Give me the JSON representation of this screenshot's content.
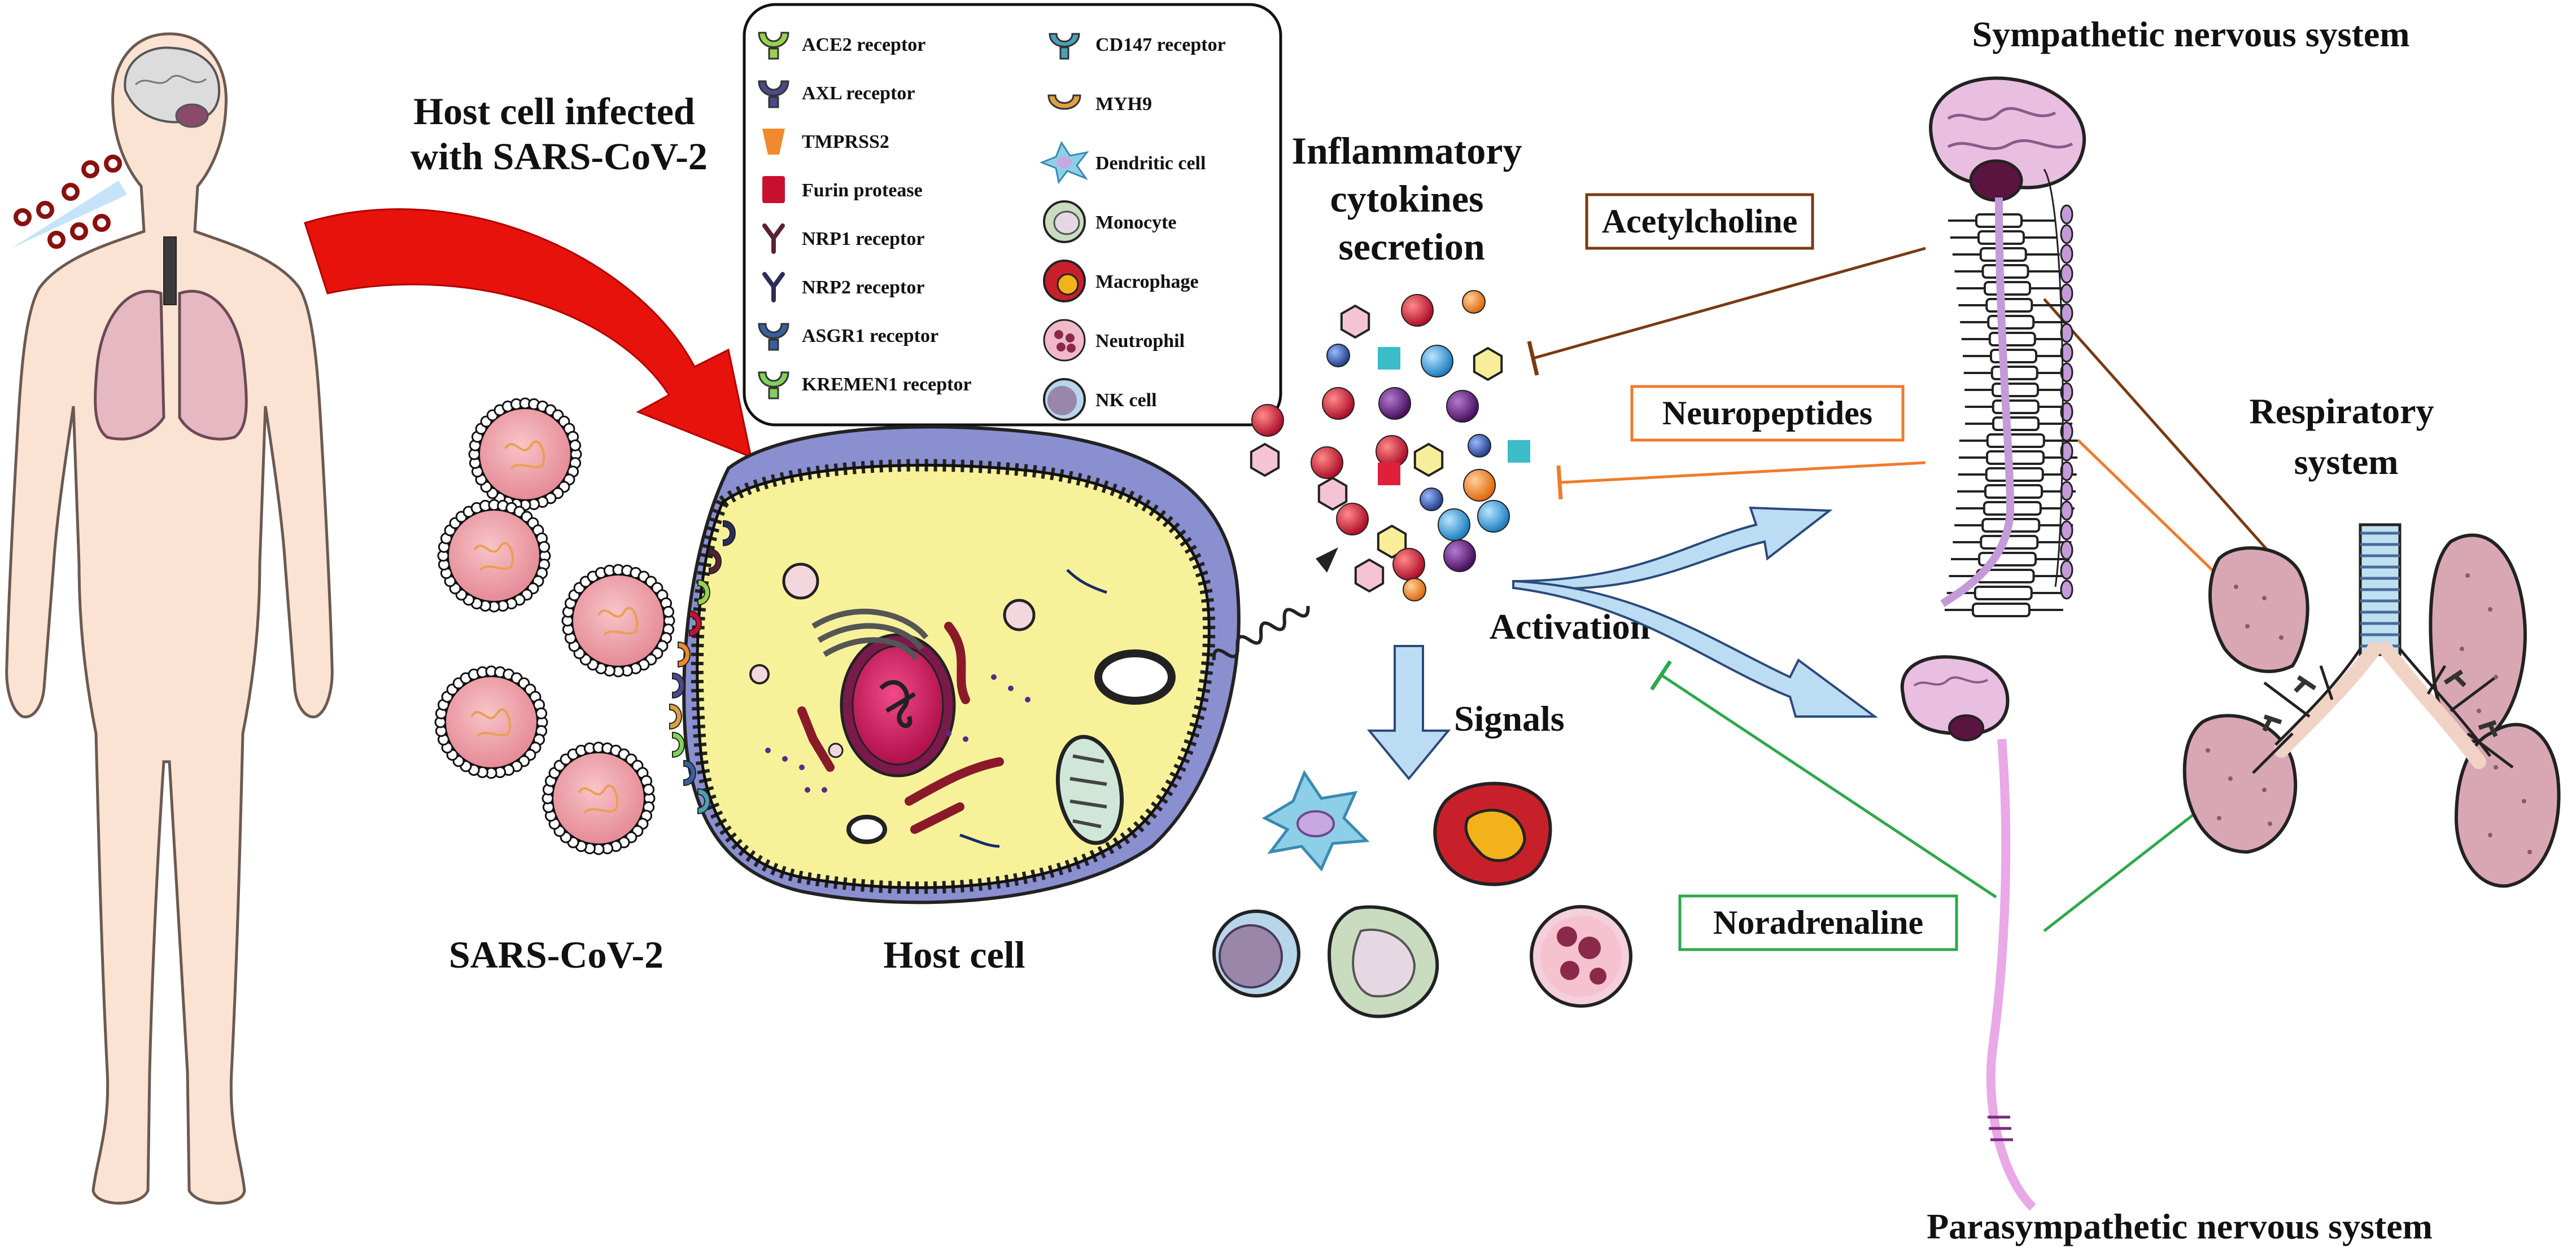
{
  "labels": {
    "host_infected": [
      "Host cell infected",
      "with SARS-CoV-2"
    ],
    "sarscov2": "SARS-CoV-2",
    "host_cell": "Host cell",
    "inflammatory": [
      "Inflammatory",
      "cytokines",
      "secretion"
    ],
    "activation": "Activation",
    "signals": "Signals",
    "sympathetic": "Sympathetic nervous system",
    "parasympathetic": "Parasympathetic nervous system",
    "respiratory": [
      "Respiratory",
      "system"
    ]
  },
  "boxes": {
    "acetylcholine": "Acetylcholine",
    "neuropeptides": "Neuropeptides",
    "noradrenaline": "Noradrenaline"
  },
  "legend_left": [
    {
      "label": "ACE2 receptor",
      "icon": "ace2-receptor-icon",
      "color": "#9ad24a"
    },
    {
      "label": "AXL receptor",
      "icon": "axl-receptor-icon",
      "color": "#4b4a8a"
    },
    {
      "label": "TMPRSS2",
      "icon": "tmprss2-icon",
      "color": "#f08a2c"
    },
    {
      "label": "Furin protease",
      "icon": "furin-protease-icon",
      "color": "#c8102e"
    },
    {
      "label": "NRP1 receptor",
      "icon": "nrp1-receptor-icon",
      "color": "#5a2230"
    },
    {
      "label": "NRP2 receptor",
      "icon": "nrp2-receptor-icon",
      "color": "#2b2c5a"
    },
    {
      "label": "ASGR1 receptor",
      "icon": "asgr1-receptor-icon",
      "color": "#3a5fa0"
    },
    {
      "label": "KREMEN1 receptor",
      "icon": "kremen1-receptor-icon",
      "color": "#7fd25a"
    }
  ],
  "legend_right": [
    {
      "label": "CD147 receptor",
      "icon": "cd147-receptor-icon",
      "color": "#4aa0b8"
    },
    {
      "label": "MYH9",
      "icon": "myh9-icon",
      "color": "#e0a040"
    },
    {
      "label": "Dendritic cell",
      "icon": "dendritic-cell-icon",
      "color": "#8ecfe8"
    },
    {
      "label": "Monocyte",
      "icon": "monocyte-icon",
      "color": "#c9dcc0"
    },
    {
      "label": "Macrophage",
      "icon": "macrophage-icon",
      "color": "#c8202a"
    },
    {
      "label": "Neutrophil",
      "icon": "neutrophil-icon",
      "color": "#f0b8c8"
    },
    {
      "label": "NK cell",
      "icon": "nk-cell-icon",
      "color": "#9a86a8"
    }
  ],
  "colors": {
    "arrow_red": "#e8120c",
    "acetylcholine": "#7a3a12",
    "neuropeptides": "#ef7b2c",
    "noradrenaline": "#2ea84a",
    "host_cell": "#f7f29a",
    "virus": "#f2a7ae",
    "lung": "#d9a7b3",
    "brain": "#e8bfe0",
    "spine": "#c49ad8"
  }
}
